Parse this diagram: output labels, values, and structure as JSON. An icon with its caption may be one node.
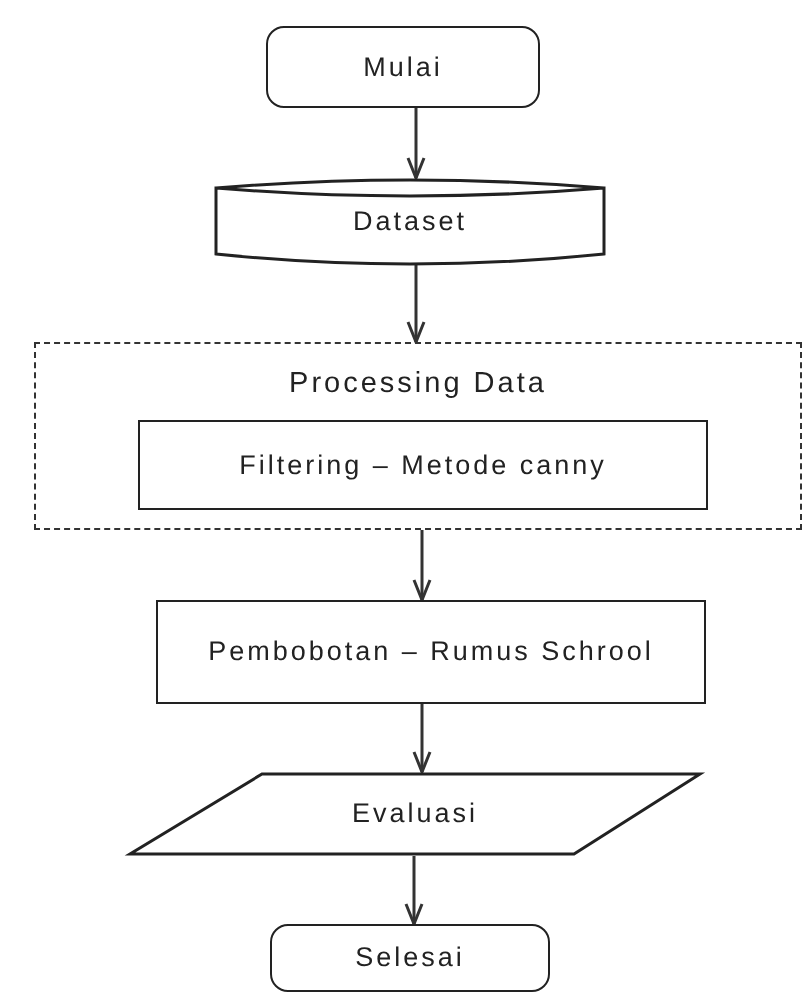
{
  "diagram": {
    "nodes": [
      {
        "text": [
          "Mulai"
        ]
      },
      {
        "text": [
          "Dataset"
        ]
      },
      {
        "text": [
          "Processing Data"
        ]
      },
      {
        "text": [
          "Filtering – Metode canny"
        ],
        "in": 2
      },
      {
        "text": [
          "Pembobotan – Rumus Schrool"
        ]
      },
      {
        "text": [
          "Evaluasi"
        ]
      },
      {
        "text": [
          "Selesai"
        ]
      }
    ],
    "edges": [
      {
        "from": 0,
        "to": 1,
        "arrow": "to"
      },
      {
        "from": 1,
        "to": 2,
        "arrow": "to"
      },
      {
        "from": 2,
        "to": 4,
        "arrow": "to"
      },
      {
        "from": 4,
        "to": 5,
        "arrow": "to"
      },
      {
        "from": 5,
        "to": 6,
        "arrow": "to"
      }
    ]
  }
}
